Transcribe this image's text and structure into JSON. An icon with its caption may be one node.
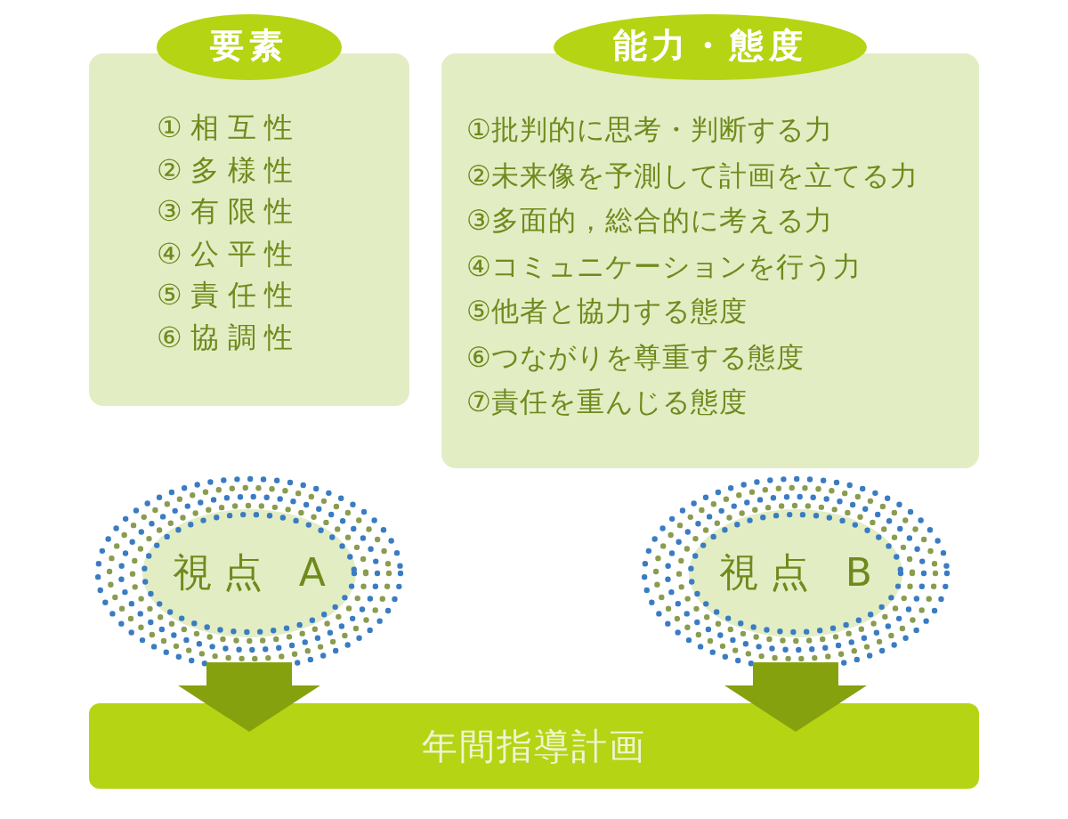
{
  "diagram": {
    "nodes": [
      {
        "text": [
          "要素",
          "①相互性",
          "②多様性",
          "③有限性",
          "④公平性",
          "⑤責任性",
          "⑥協調性"
        ]
      },
      {
        "text": [
          "能力・態度",
          "①批判的に思考・判断する力",
          "②未来像を予測して計画を立てる力",
          "③多面的，総合的に考える力",
          "④コミュニケーションを行う力",
          "⑤他者と協力する態度",
          "⑥つながりを尊重する態度",
          "⑦責任を重んじる態度"
        ]
      },
      {
        "text": [
          "視点 A"
        ]
      },
      {
        "text": [
          "視点 B"
        ]
      },
      {
        "text": [
          "年間指導計画"
        ]
      }
    ],
    "edges": [
      {
        "from": 2,
        "to": 4,
        "arrow": "to"
      },
      {
        "from": 3,
        "to": 4,
        "arrow": "to"
      }
    ]
  }
}
